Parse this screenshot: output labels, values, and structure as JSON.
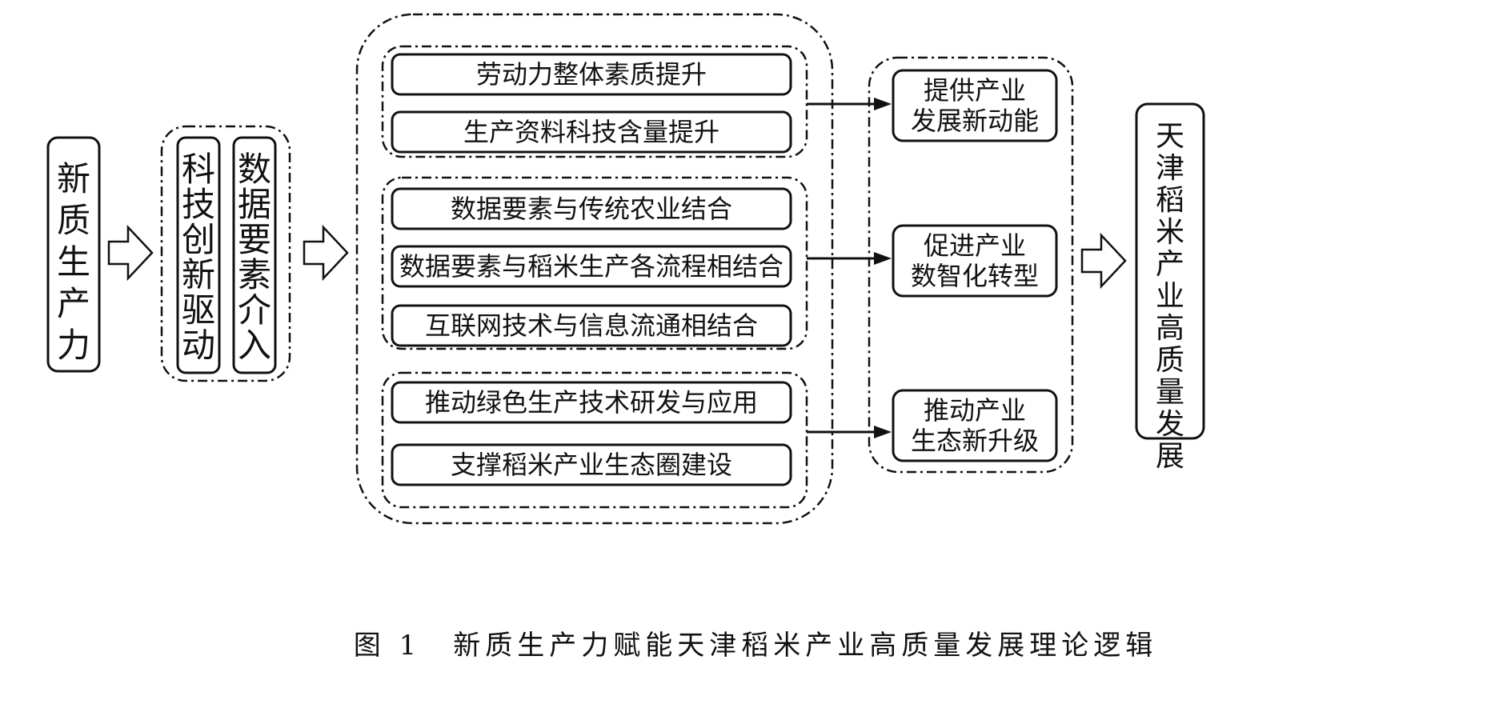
{
  "source": {
    "label": "新质生产力"
  },
  "drivers": [
    {
      "label": "科技创新驱动"
    },
    {
      "label": "数据要素介入"
    }
  ],
  "groups": [
    {
      "items": [
        "劳动力整体素质提升",
        "生产资料科技含量提升"
      ]
    },
    {
      "items": [
        "数据要素与传统农业结合",
        "数据要素与稻米生产各流程相结合",
        "互联网技术与信息流通相结合"
      ]
    },
    {
      "items": [
        "推动绿色生产技术研发与应用",
        "支撑稻米产业生态圈建设"
      ]
    }
  ],
  "outcomes": [
    {
      "line1": "提供产业",
      "line2": "发展新动能"
    },
    {
      "line1": "促进产业",
      "line2": "数智化转型"
    },
    {
      "line1": "推动产业",
      "line2": "生态新升级"
    }
  ],
  "target": {
    "label": "天津稻米产业高质量发展"
  },
  "caption": "图 1　新质生产力赋能天津稻米产业高质量发展理论逻辑"
}
